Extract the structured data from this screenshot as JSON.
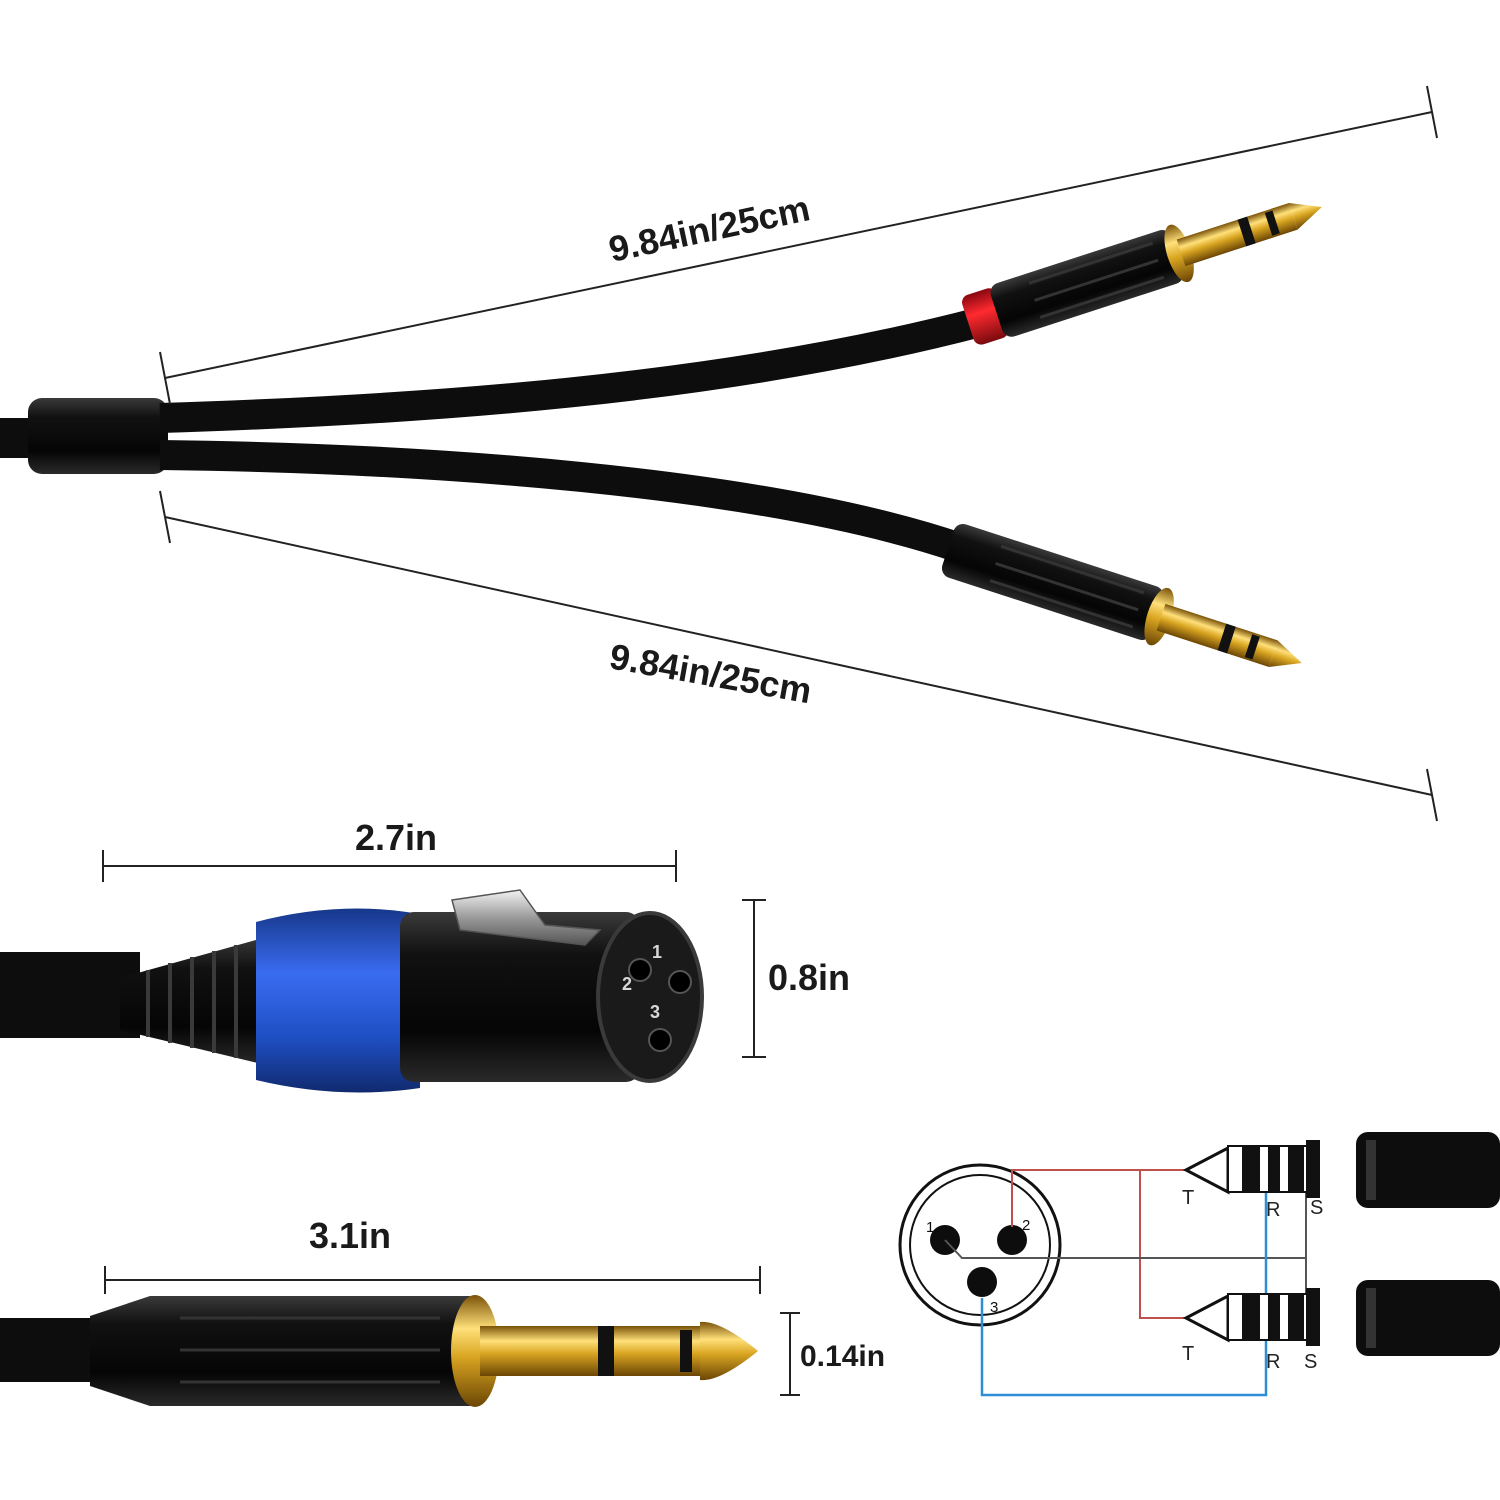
{
  "dimensions": {
    "upper_branch_length": "9.84in/25cm",
    "lower_branch_length": "9.84in/25cm",
    "xlr_connector_length": "2.7in",
    "xlr_connector_diameter": "0.8in",
    "trs_plug_length": "3.1in",
    "trs_plug_diameter": "0.14in"
  },
  "xlr_face_pin_numbers": [
    "1",
    "2",
    "3"
  ],
  "wiring_diagram": {
    "xlr_pins": [
      "1",
      "2",
      "3"
    ],
    "trs_upper": {
      "tip": "T",
      "ring": "R",
      "sleeve": "S"
    },
    "trs_lower": {
      "tip": "T",
      "ring": "R",
      "sleeve": "S"
    },
    "colors": {
      "hot_wire": "#c0504d",
      "cold_wire": "#2e8fd6",
      "ground_wire": "#555555"
    }
  },
  "colors": {
    "cable": "#0d0d0d",
    "red_band": "#d0101a",
    "xlr_blue_collar": "#1f4fc4",
    "gold": "#d9a521",
    "dimension_line": "#222222"
  }
}
